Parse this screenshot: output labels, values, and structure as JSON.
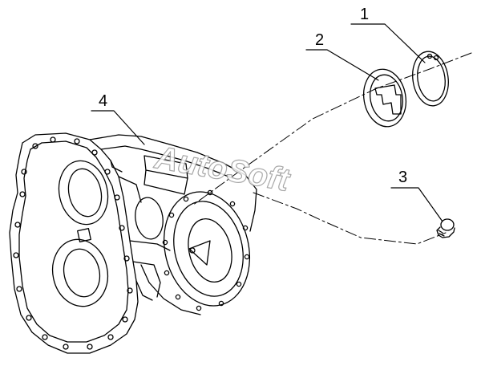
{
  "callouts": [
    {
      "id": "1",
      "label": "1"
    },
    {
      "id": "2",
      "label": "2"
    },
    {
      "id": "3",
      "label": "3"
    },
    {
      "id": "4",
      "label": "4"
    }
  ],
  "watermark": "AutoSoft",
  "colors": {
    "line": "#000000",
    "watermark_outline": "#9a9a9a",
    "background": "#ffffff"
  }
}
